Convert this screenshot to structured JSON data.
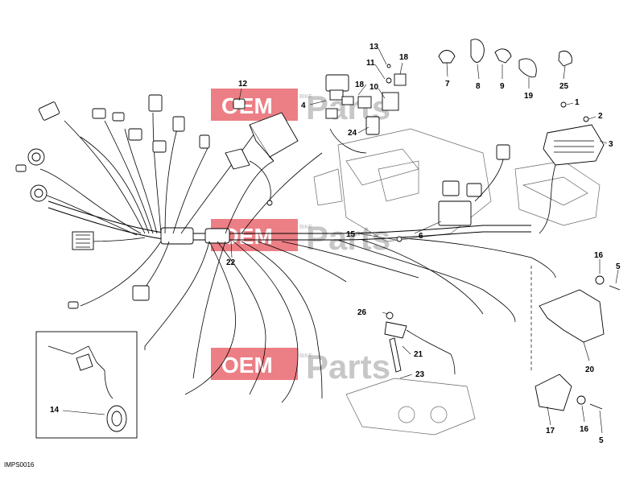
{
  "diagram": {
    "reference_code": "IMPS0016",
    "watermark": {
      "left": "OEM",
      "middle": "BIKE",
      "right": "Parts"
    },
    "callouts": [
      {
        "id": "c1",
        "text": "1"
      },
      {
        "id": "c2",
        "text": "2"
      },
      {
        "id": "c3",
        "text": "3"
      },
      {
        "id": "c4",
        "text": "4"
      },
      {
        "id": "c5a",
        "text": "5"
      },
      {
        "id": "c5b",
        "text": "5"
      },
      {
        "id": "c6",
        "text": "6"
      },
      {
        "id": "c7",
        "text": "7"
      },
      {
        "id": "c8",
        "text": "8"
      },
      {
        "id": "c9",
        "text": "9"
      },
      {
        "id": "c10",
        "text": "10"
      },
      {
        "id": "c11",
        "text": "11"
      },
      {
        "id": "c12",
        "text": "12"
      },
      {
        "id": "c13",
        "text": "13"
      },
      {
        "id": "c14",
        "text": "14"
      },
      {
        "id": "c15",
        "text": "15"
      },
      {
        "id": "c16a",
        "text": "16"
      },
      {
        "id": "c16b",
        "text": "16"
      },
      {
        "id": "c17",
        "text": "17"
      },
      {
        "id": "c18a",
        "text": "18"
      },
      {
        "id": "c18b",
        "text": "18"
      },
      {
        "id": "c19",
        "text": "19"
      },
      {
        "id": "c20",
        "text": "20"
      },
      {
        "id": "c21",
        "text": "21"
      },
      {
        "id": "c22",
        "text": "22"
      },
      {
        "id": "c23",
        "text": "23"
      },
      {
        "id": "c24",
        "text": "24"
      },
      {
        "id": "c25",
        "text": "25"
      },
      {
        "id": "c26",
        "text": "26"
      }
    ]
  }
}
